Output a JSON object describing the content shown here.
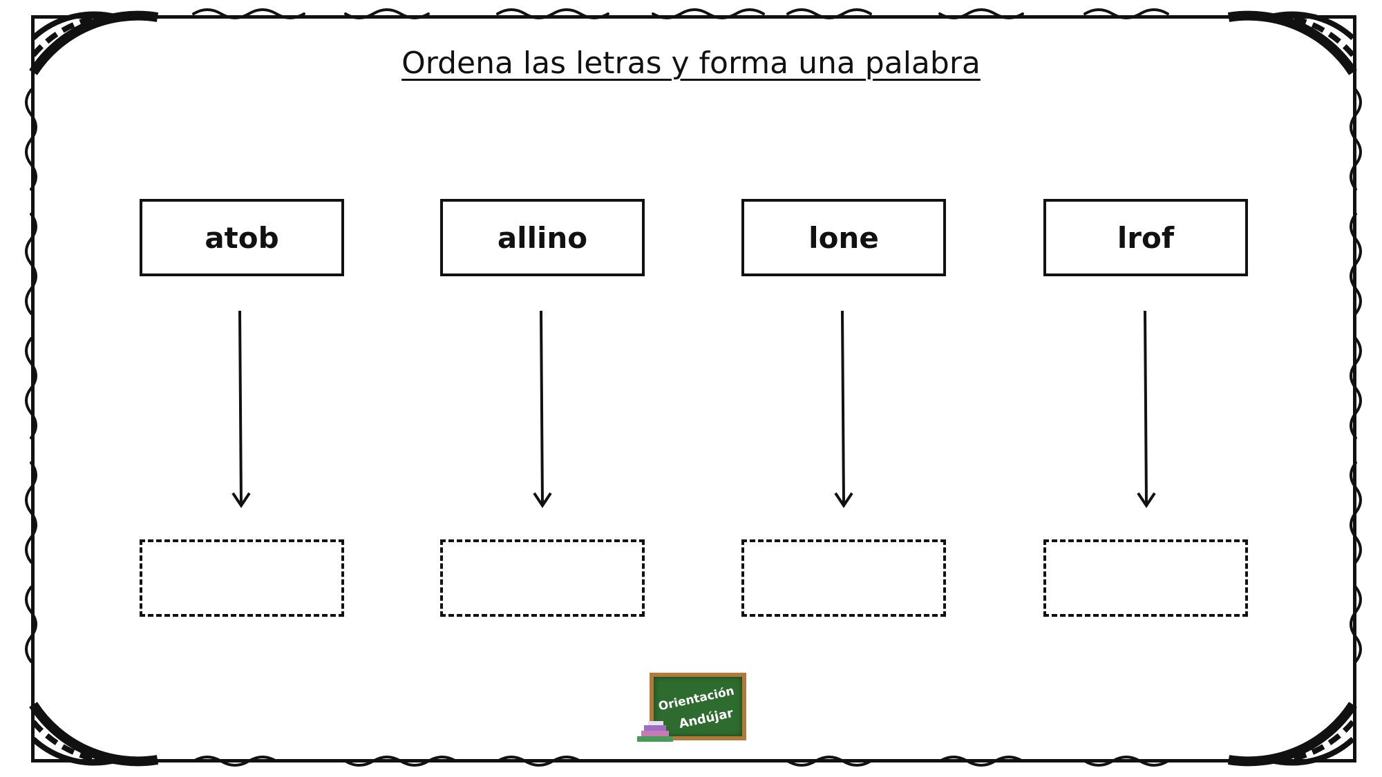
{
  "worksheet": {
    "title": "Ordena  las letras y forma una palabra",
    "words": [
      "atob",
      "allino",
      "lone",
      "lrof"
    ]
  },
  "logo": {
    "line1": "Orientación",
    "line2": "Andújar"
  },
  "colors": {
    "ink": "#111111",
    "board_green": "#2e6b2e",
    "board_frame": "#b07a3a"
  }
}
